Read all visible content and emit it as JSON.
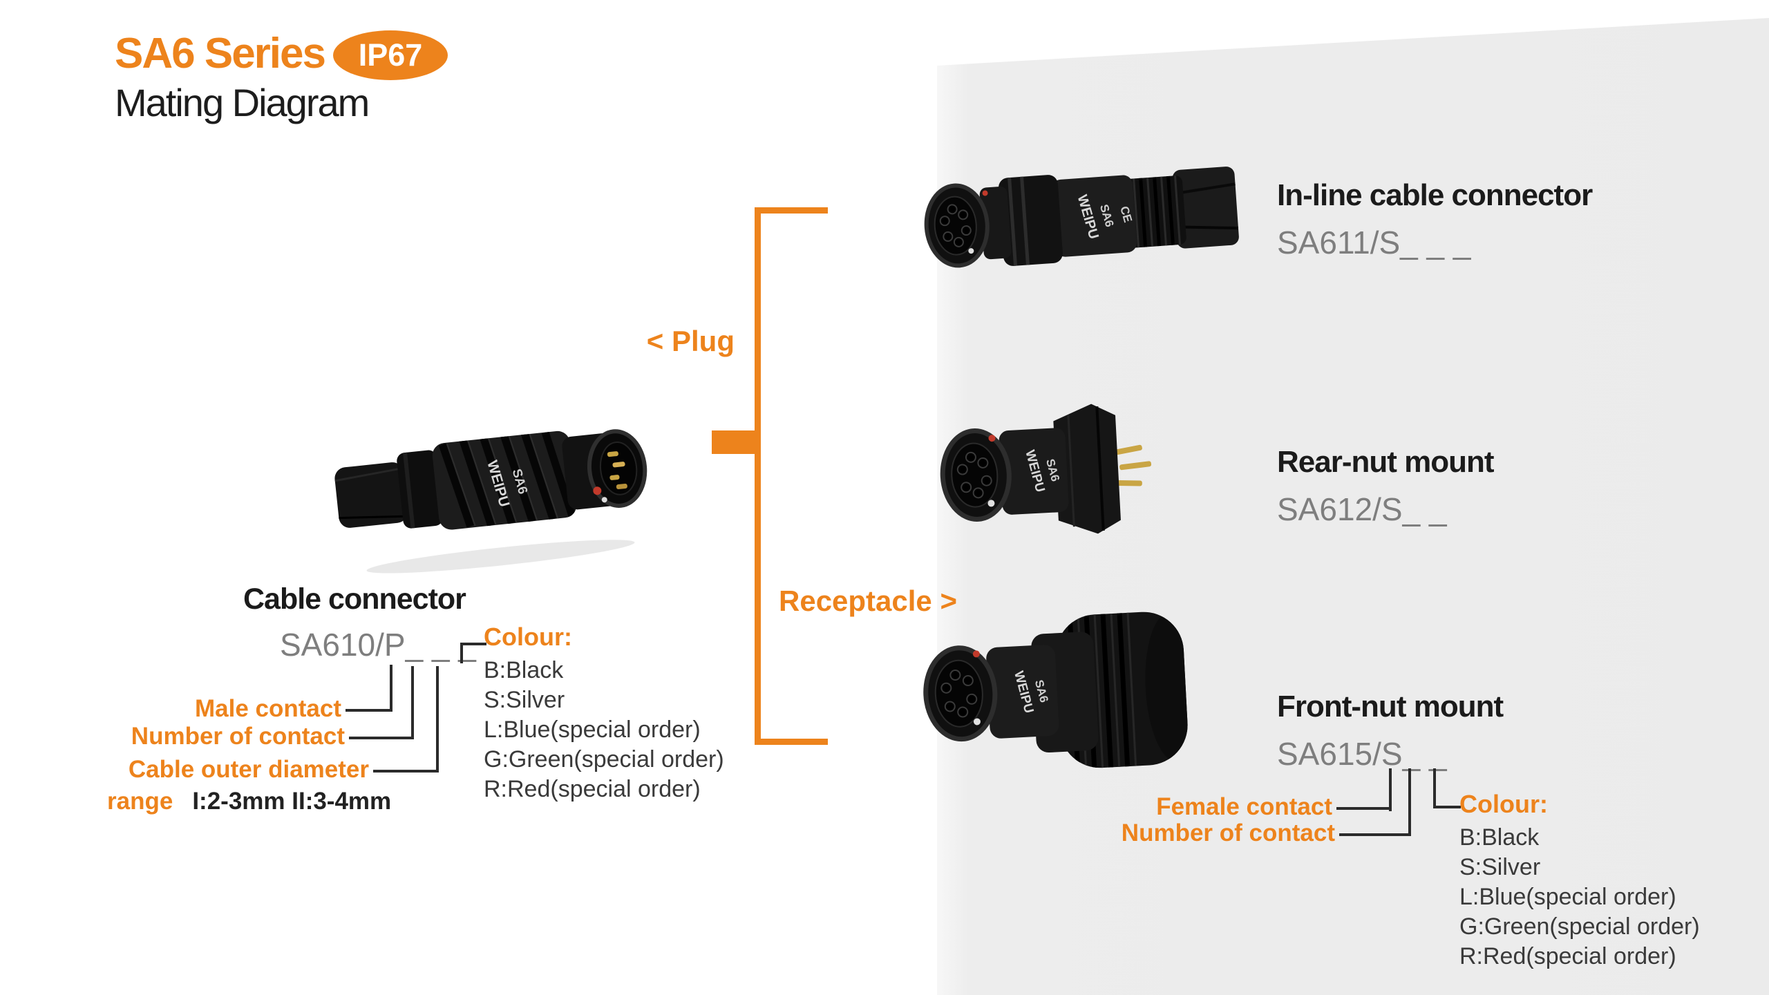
{
  "header": {
    "series_title": "SA6 Series",
    "ip_rating": "IP67",
    "subtitle": "Mating Diagram"
  },
  "colors": {
    "brand_orange": "#ED831C",
    "text_black": "#1C1C1C",
    "part_number_gray": "#7E7E7E",
    "legend_text": "#3A3A3A",
    "leader_line_black": "#2B2B2B",
    "panel_gray": "#EBEBEB"
  },
  "plug_side": {
    "product_name": "Cable connector",
    "part_number": "SA610/P_ _ _",
    "marker_label": "< Plug",
    "annotations": {
      "male_contact": "Male contact",
      "number_of_contact": "Number of contact",
      "cable_outer_diameter": "Cable outer diameter",
      "range_label": "range",
      "range_values": "I:2-3mm II:3-4mm"
    },
    "colour_legend": {
      "title": "Colour:",
      "options": [
        "B:Black",
        "S:Silver",
        "L:Blue(special order)",
        "G:Green(special order)",
        "R:Red(special order)"
      ]
    }
  },
  "receptacle_side": {
    "marker_label": "Receptacle >",
    "items": [
      {
        "name": "In-line cable connector",
        "part_number": "SA611/S_ _ _"
      },
      {
        "name": "Rear-nut mount",
        "part_number": "SA612/S_ _"
      },
      {
        "name": "Front-nut mount",
        "part_number": "SA615/S_ _"
      }
    ],
    "annotations": {
      "female_contact": "Female contact",
      "number_of_contact": "Number of contact"
    },
    "colour_legend": {
      "title": "Colour:",
      "options": [
        "B:Black",
        "S:Silver",
        "L:Blue(special order)",
        "G:Green(special order)",
        "R:Red(special order)"
      ]
    }
  },
  "photo_markings": {
    "brand": "WEIPU",
    "series": "SA6",
    "ce_mark": "CE"
  }
}
